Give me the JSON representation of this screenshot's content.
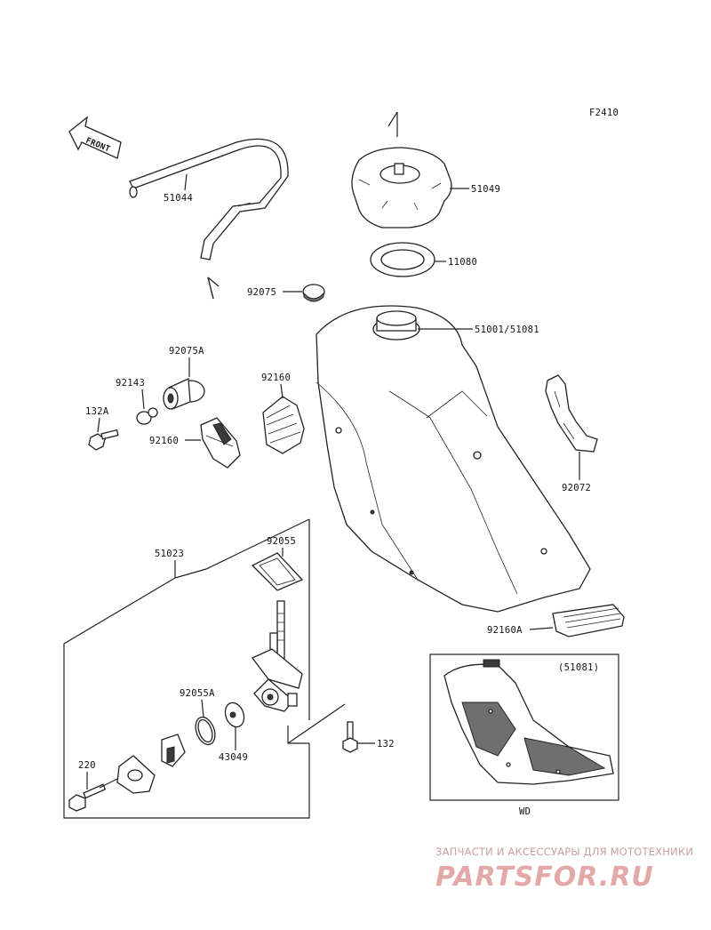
{
  "figure_code": "F2410",
  "front_label": "FRONT",
  "parts": {
    "p51044": "51044",
    "p51049": "51049",
    "p11080": "11080",
    "p92075": "92075",
    "p51001": "51001/51081",
    "p92075a": "92075A",
    "p92143": "92143",
    "p132a": "132A",
    "p92160_top": "92160",
    "p92160_left": "92160",
    "p92072": "92072",
    "p51023": "51023",
    "p92055": "92055",
    "p92160a": "92160A",
    "p92055a": "92055A",
    "p43049": "43049",
    "p132": "132",
    "p220": "220"
  },
  "inset": {
    "title": "(51081)",
    "caption": "WD"
  },
  "watermark": {
    "top": "ЗАПЧАСТИ И АКСЕССУАРЫ ДЛЯ МОТОТЕХНИКИ",
    "brand": "PARTSFOR.RU"
  }
}
